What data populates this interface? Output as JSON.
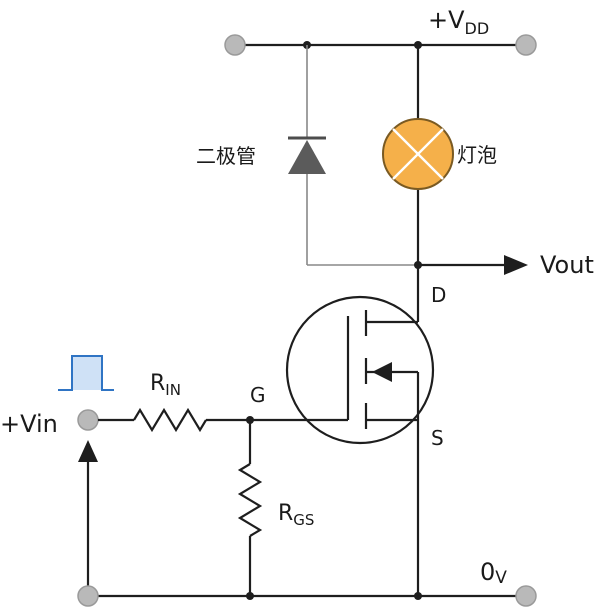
{
  "labels": {
    "vdd_prefix": "+V",
    "vdd_sub": "DD",
    "diode": "二极管",
    "lamp": "灯泡",
    "vout": "Vout",
    "drain": "D",
    "gate": "G",
    "source": "S",
    "vin": "+Vin",
    "rin_main": "R",
    "rin_sub": "IN",
    "rgs_main": "R",
    "rgs_sub": "GS",
    "zero_v_main": "0",
    "zero_v_sub": "V"
  },
  "colors": {
    "terminal": "#b9b9b9",
    "lamp_fill": "#f5b04a",
    "diode_fill": "#5b5b5b",
    "pulse_fill": "#cfe1f6",
    "pulse_stroke": "#2f74c4"
  }
}
